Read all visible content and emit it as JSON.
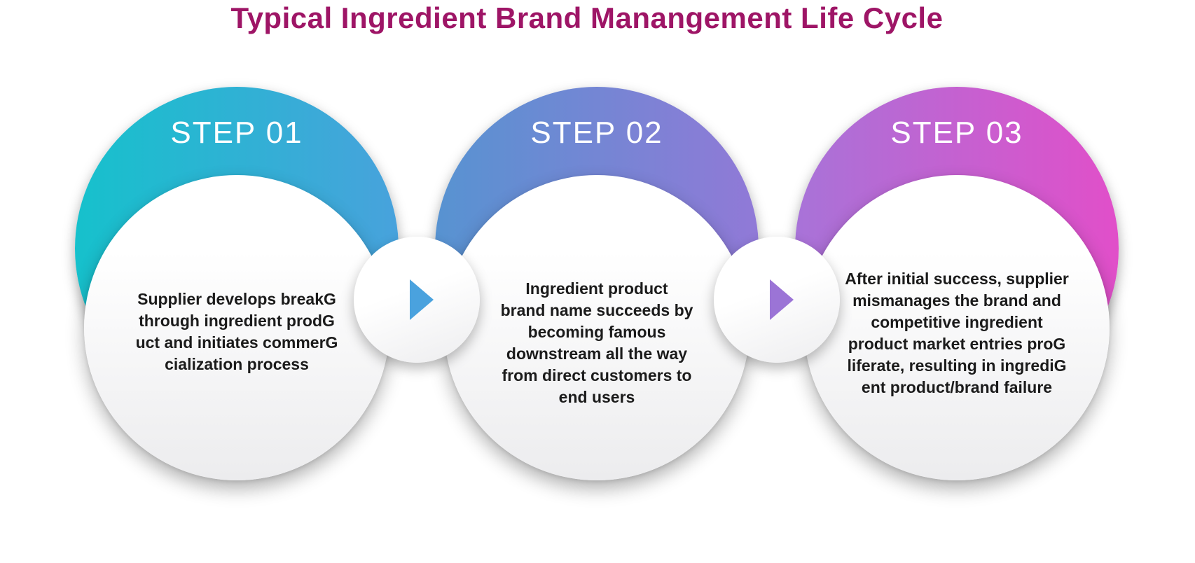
{
  "title": {
    "text": "Typical Ingredient Brand Manangement Life Cycle",
    "color": "#9e1566"
  },
  "steps": [
    {
      "label": "STEP 01",
      "gradient_start": "#16c1cc",
      "gradient_end": "#48a2dc",
      "lines": [
        "Supplier develops breakG",
        "through ingredient prodG",
        "uct and initiates commerG",
        "cialization process"
      ]
    },
    {
      "label": "STEP 02",
      "gradient_start": "#5793d1",
      "gradient_end": "#9179d7",
      "lines": [
        "Ingredient product",
        "brand name succeeds by",
        "becoming famous",
        "downstream all the way",
        "from direct customers to",
        "end users"
      ]
    },
    {
      "label": "STEP 03",
      "gradient_start": "#a873d8",
      "gradient_end": "#e14fc9",
      "lines": [
        "After initial success, supplier",
        "mismanages the brand and",
        "competitive ingredient",
        "product market entries proG",
        "liferate, resulting in ingrediG",
        "ent product/brand failure"
      ]
    }
  ],
  "connectors": [
    {
      "icon": "play-arrow-icon",
      "color": "#4aa2de"
    },
    {
      "icon": "play-arrow-icon",
      "color": "#9b74d6"
    }
  ]
}
